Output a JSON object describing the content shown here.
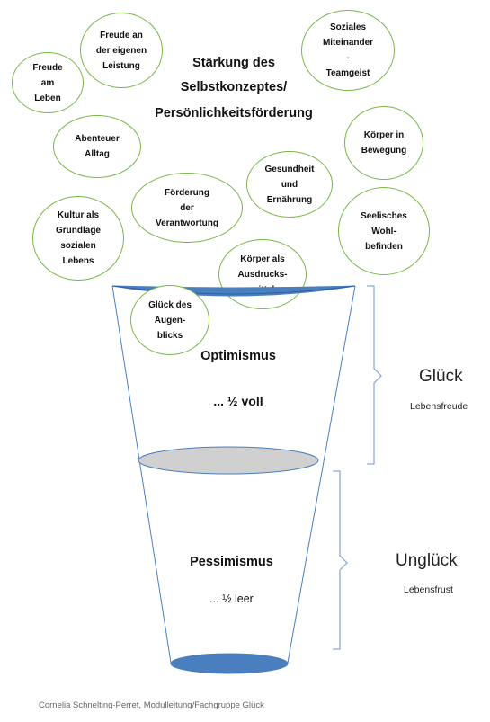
{
  "title": "Stärkung des\nSelbstkonzeptes/",
  "title_line2": "Persönlichkeitsförderung",
  "bubbles": [
    {
      "id": "freude-leistung",
      "label": "Freude an\nder eigenen\nLeistung"
    },
    {
      "id": "soziales-miteinander",
      "label": "Soziales\nMiteinander\n-\nTeamgeist"
    },
    {
      "id": "freude-am-leben",
      "label": "Freude\nam\nLeben"
    },
    {
      "id": "abenteuer-alltag",
      "label": "Abenteuer\nAlltag"
    },
    {
      "id": "koerper-bewegung",
      "label": "Körper in\nBewegung"
    },
    {
      "id": "gesundheit-ernaehrung",
      "label": "Gesundheit\nund\nErnährung"
    },
    {
      "id": "foerderung-verantwortung",
      "label": "Förderung\nder\nVerantwortung"
    },
    {
      "id": "seelisches-wohlbefinden",
      "label": "Seelisches\nWohl-\nbefinden"
    },
    {
      "id": "kultur-grundlage",
      "label": "Kultur als\nGrundlage\nsozialen\nLebens"
    },
    {
      "id": "koerper-ausdrucksmittel",
      "label": "Körper als\nAusdrucks-\nmittel"
    },
    {
      "id": "glueck-augenblick",
      "label": "Glück des\nAugen-\nblicks"
    }
  ],
  "glass": {
    "upper_label": "Optimismus",
    "upper_sub": "... ½ voll",
    "lower_label": "Pessimismus",
    "lower_sub": "... ½ leer"
  },
  "side": {
    "upper_big": "Glück",
    "upper_small": "Lebensfreude",
    "lower_big": "Unglück",
    "lower_small": "Lebensfrust"
  },
  "footer": "Cornelia Schnelting-Perret, Modulleitung/Fachgruppe Glück",
  "colors": {
    "bubble_border": "#7ab648",
    "glass_outline": "#4a7fbf",
    "rim_fill": "#4a7fbf",
    "middle_fill": "#d0d0d0",
    "bottom_fill": "#4a7fbf",
    "brace": "#8eaad6"
  }
}
